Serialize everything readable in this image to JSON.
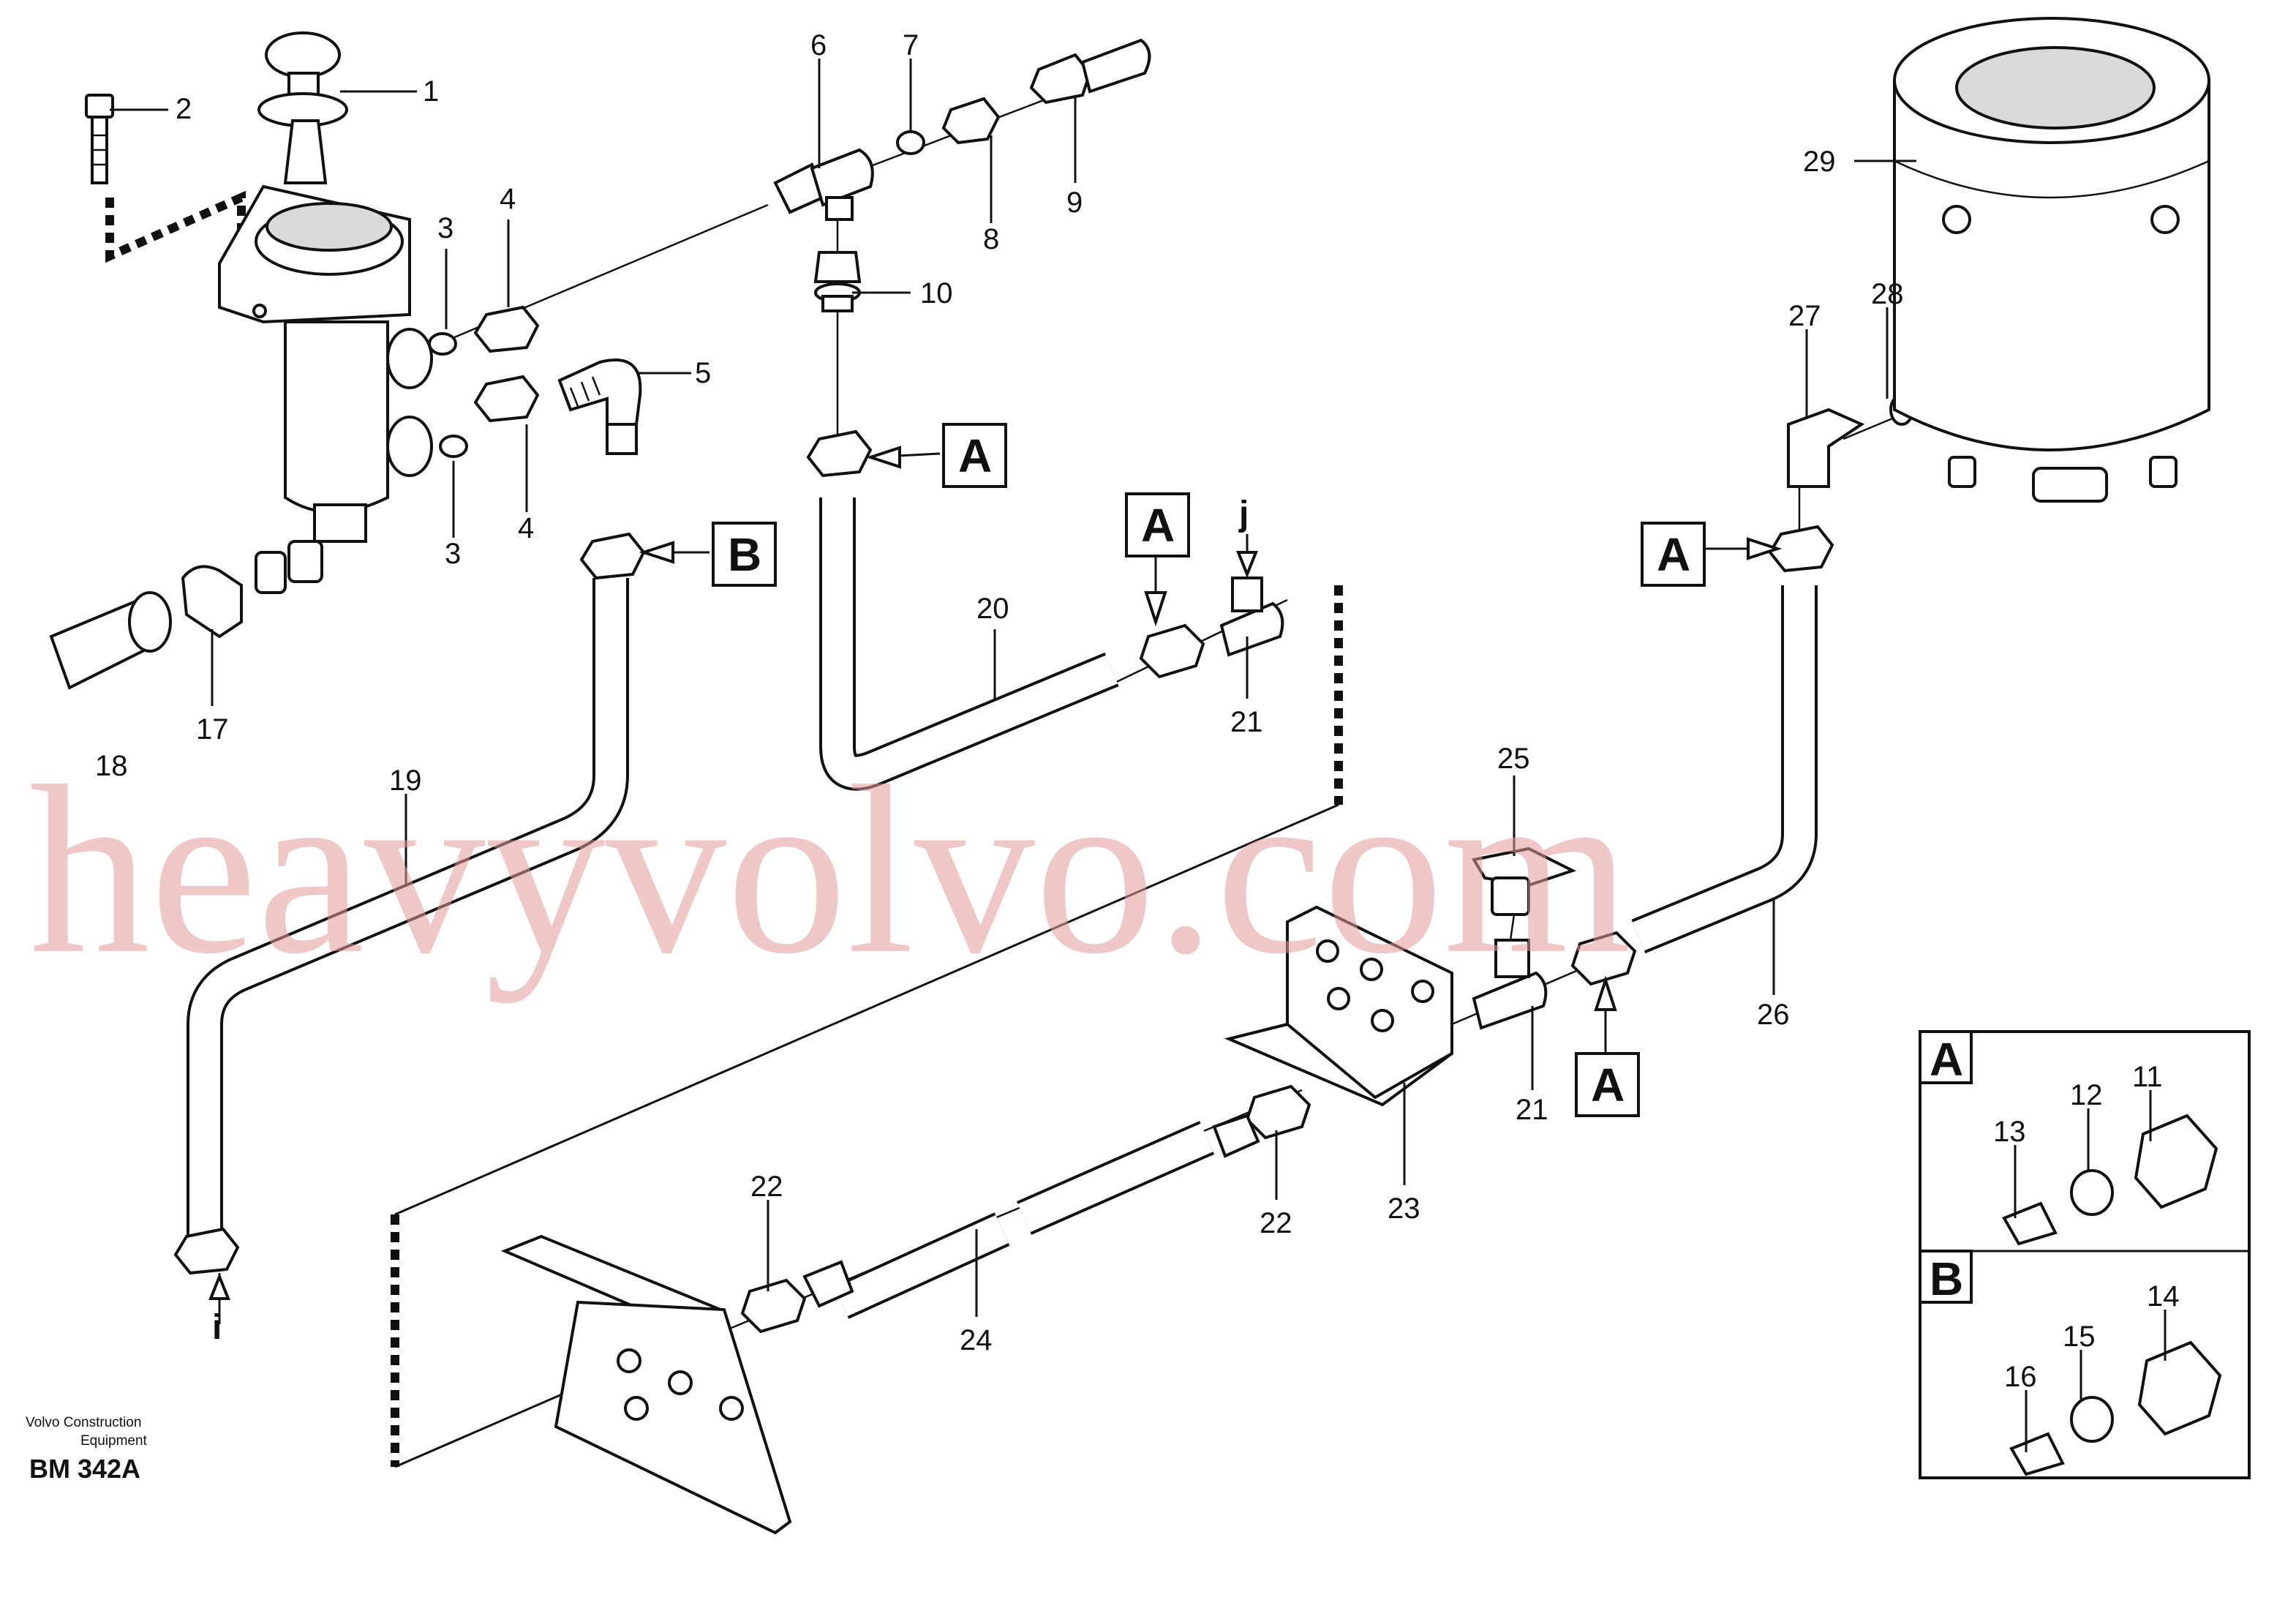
{
  "diagram": {
    "part_numbers": [
      "1",
      "2",
      "3",
      "3",
      "4",
      "4",
      "5",
      "6",
      "7",
      "8",
      "9",
      "10",
      "11",
      "12",
      "13",
      "14",
      "15",
      "16",
      "17",
      "18",
      "19",
      "20",
      "21",
      "21",
      "22",
      "22",
      "23",
      "24",
      "25",
      "26",
      "27",
      "28",
      "29"
    ],
    "detail_box_labels": [
      "A",
      "A",
      "A",
      "A",
      "B"
    ],
    "pipe_end_labels": {
      "i": "i",
      "j": "j"
    },
    "inset_labels": {
      "a": "A",
      "b": "B"
    }
  },
  "watermark": "heavyvolvo.com",
  "footer": {
    "company_line1": "Volvo Construction",
    "company_line2": "Equipment",
    "drawing_code": "BM 342A"
  }
}
